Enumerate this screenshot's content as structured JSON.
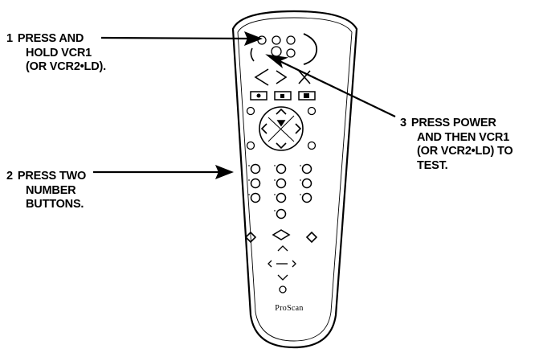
{
  "callouts": [
    {
      "number": "1",
      "lines": [
        "PRESS AND",
        "HOLD VCR1",
        "(OR VCR2•LD)."
      ]
    },
    {
      "number": "2",
      "lines": [
        "PRESS TWO",
        "NUMBER",
        "BUTTONS."
      ]
    },
    {
      "number": "3",
      "lines": [
        "PRESS POWER",
        "AND THEN VCR1",
        "(OR VCR2•LD) TO",
        "TEST."
      ]
    }
  ],
  "remote": {
    "brand_logo_text": "ProScan"
  }
}
